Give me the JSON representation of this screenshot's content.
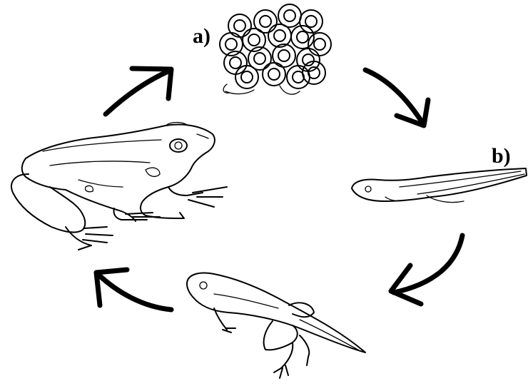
{
  "labels": {
    "a": "a)",
    "b": "b)"
  },
  "stages": [
    {
      "id": "eggs",
      "icon": "frog-eggs-icon"
    },
    {
      "id": "tadpole",
      "icon": "tadpole-icon"
    },
    {
      "id": "froglet",
      "icon": "froglet-icon"
    },
    {
      "id": "adult-frog",
      "icon": "adult-frog-icon"
    }
  ],
  "colors": {
    "ink": "#000000",
    "background": "#ffffff"
  }
}
